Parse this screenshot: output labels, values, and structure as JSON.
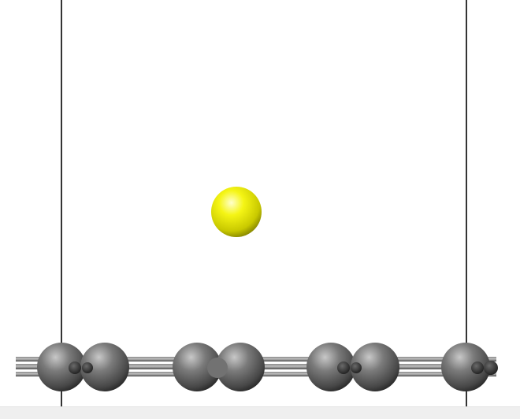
{
  "scene": {
    "background": "#ffffff",
    "cell_line_color": "#000000",
    "adsorbate": {
      "element": "S",
      "color": "#f2f20a"
    },
    "substrate": {
      "element": "C",
      "color": "#707070",
      "layer": "graphene-sheet"
    },
    "bond_color": "#6a6a6a"
  },
  "status_bar": {
    "background": "#efefef"
  }
}
